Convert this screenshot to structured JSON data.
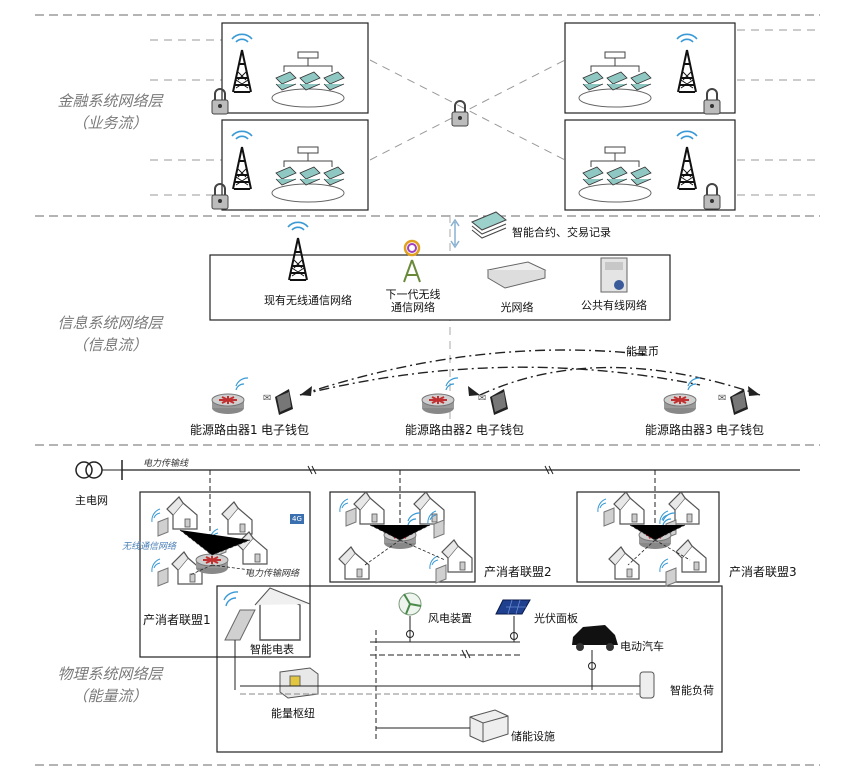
{
  "layers": {
    "finance": {
      "name": "金融系统网络层",
      "sub": "（业务流）"
    },
    "info": {
      "name": "信息系统网络层",
      "sub": "（信息流）"
    },
    "physical": {
      "name": "物理系统网络层",
      "sub": "（能量流）"
    }
  },
  "info_layer": {
    "contract_label": "智能合约、交易记录",
    "networks": [
      "现有无线通信网络",
      "下一代无线\n通信网络",
      "光网络",
      "公共有线网络"
    ],
    "energy_coin": "能量币",
    "routers": [
      "能源路由器1",
      "能源路由器2",
      "能源路由器3"
    ],
    "wallet": "电子钱包"
  },
  "physical_layer": {
    "power_line": "电力传输线",
    "main_grid": "主电网",
    "wireless_net": "无线通信网络",
    "power_net": "电力传输网络",
    "alliances": [
      "产消者联盟1",
      "产消者联盟2",
      "产消者联盟3"
    ],
    "smart_meter": "智能电表",
    "wind": "风电装置",
    "pv": "光伏面板",
    "ev": "电动汽车",
    "hub": "能量枢纽",
    "smart_load": "智能负荷",
    "storage": "储能设施",
    "badges": [
      "4G"
    ]
  },
  "colors": {
    "label_gray": "#7a7a7a",
    "wireless_blue": "#4a7fb5",
    "router_red": "#c03030"
  }
}
